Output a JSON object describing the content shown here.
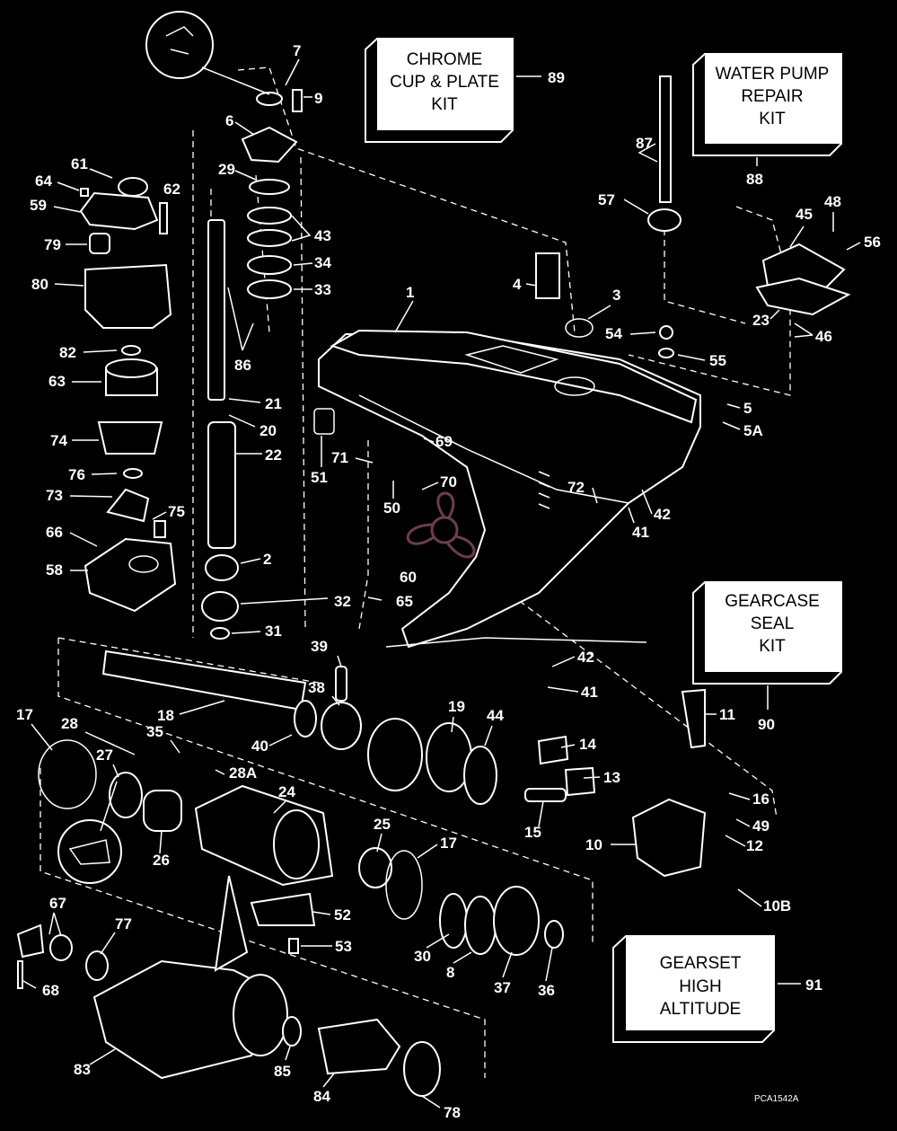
{
  "diagram": {
    "drawing_code": "PCA1542A",
    "kits": [
      {
        "id": "89",
        "lines": [
          "CHROME",
          "CUP & PLATE",
          "KIT"
        ]
      },
      {
        "id": "88",
        "lines": [
          "WATER PUMP",
          "REPAIR",
          "KIT"
        ]
      },
      {
        "id": "90",
        "lines": [
          "GEARCASE",
          "SEAL",
          "KIT"
        ]
      },
      {
        "id": "91",
        "lines": [
          "GEARSET",
          "HIGH",
          "ALTITUDE"
        ]
      }
    ],
    "callouts": [
      "1",
      "2",
      "3",
      "4",
      "5",
      "5A",
      "6",
      "7",
      "8",
      "9",
      "10",
      "10B",
      "11",
      "12",
      "13",
      "14",
      "15",
      "16",
      "17",
      "17",
      "18",
      "19",
      "20",
      "21",
      "22",
      "23",
      "24",
      "25",
      "26",
      "27",
      "28",
      "28A",
      "29",
      "30",
      "31",
      "32",
      "33",
      "34",
      "35",
      "36",
      "37",
      "38",
      "39",
      "40",
      "41",
      "41",
      "42",
      "42",
      "43",
      "44",
      "45",
      "46",
      "48",
      "49",
      "50",
      "51",
      "52",
      "53",
      "54",
      "55",
      "56",
      "57",
      "58",
      "59",
      "60",
      "61",
      "62",
      "63",
      "64",
      "65",
      "66",
      "67",
      "68",
      "69",
      "70",
      "71",
      "72",
      "73",
      "74",
      "75",
      "76",
      "77",
      "78",
      "79",
      "80",
      "82",
      "83",
      "84",
      "85",
      "86",
      "87"
    ]
  }
}
